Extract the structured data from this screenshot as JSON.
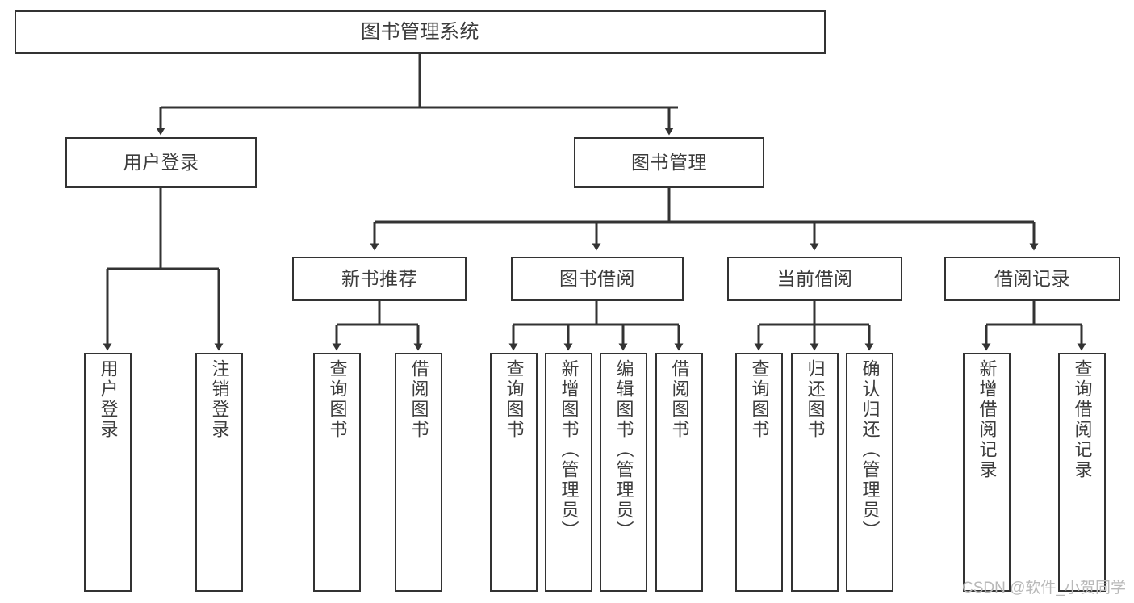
{
  "diagram": {
    "title": "图书管理系统",
    "type": "tree-structure-chart",
    "colors": {
      "node_border": "#333333",
      "node_fill": "#ffffff",
      "text": "#3c3c3c",
      "edge": "#333333",
      "watermark": "#b9b9b9",
      "background": "#ffffff"
    }
  },
  "nodes": {
    "root": {
      "label": "图书管理系统"
    },
    "level2": [
      {
        "label": "用户登录"
      },
      {
        "label": "图书管理"
      }
    ],
    "level3": [
      {
        "label": "新书推荐"
      },
      {
        "label": "图书借阅"
      },
      {
        "label": "当前借阅"
      },
      {
        "label": "借阅记录"
      }
    ],
    "leaves": {
      "user_login": [
        {
          "label": "用户登录"
        },
        {
          "label": "注销登录"
        }
      ],
      "new_book_recommend": [
        {
          "label": "查询图书"
        },
        {
          "label": "借阅图书"
        }
      ],
      "book_borrow": [
        {
          "label": "查询图书"
        },
        {
          "label": "新增图书（管理员）"
        },
        {
          "label": "编辑图书（管理员）"
        },
        {
          "label": "借阅图书"
        }
      ],
      "current_borrow": [
        {
          "label": "查询图书"
        },
        {
          "label": "归还图书"
        },
        {
          "label": "确认归还（管理员）"
        }
      ],
      "borrow_record": [
        {
          "label": "新增借阅记录"
        },
        {
          "label": "查询借阅记录"
        }
      ]
    }
  },
  "watermark": {
    "text": "CSDN @软件_小贺同学"
  }
}
